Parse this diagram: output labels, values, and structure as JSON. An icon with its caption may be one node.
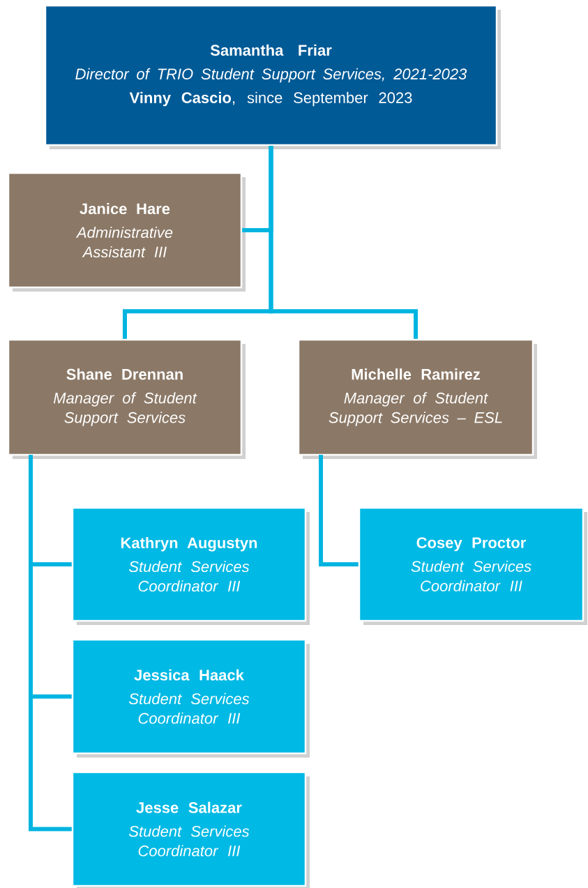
{
  "diagram": {
    "nodes": [
      {
        "text": [
          "Samantha Friar",
          "Director of TRIO Student Support Services, 2021-2023",
          "**Vinny Cascio**, since September 2023"
        ]
      },
      {
        "text": [
          "Janice Hare",
          "Administrative Assistant III"
        ]
      },
      {
        "text": [
          "Shane Drennan",
          "Manager of Student Support Services"
        ]
      },
      {
        "text": [
          "Michelle Ramirez",
          "Manager of Student Support Services – ESL"
        ]
      },
      {
        "text": [
          "Kathryn Augustyn",
          "Student Services Coordinator III"
        ]
      },
      {
        "text": [
          "Jessica Haack",
          "Student Services Coordinator III"
        ]
      },
      {
        "text": [
          "Jesse Salazar",
          "Student Services Coordinator III"
        ]
      },
      {
        "text": [
          "Cosey Proctor",
          "Student Services Coordinator III"
        ]
      }
    ],
    "edges": [
      {
        "from": 0,
        "to": 1,
        "arrow": "none"
      },
      {
        "from": 0,
        "to": 2,
        "arrow": "none"
      },
      {
        "from": 0,
        "to": 3,
        "arrow": "none"
      },
      {
        "from": 2,
        "to": 4,
        "arrow": "none"
      },
      {
        "from": 2,
        "to": 5,
        "arrow": "none"
      },
      {
        "from": 2,
        "to": 6,
        "arrow": "none"
      },
      {
        "from": 3,
        "to": 7,
        "arrow": "none"
      }
    ]
  }
}
